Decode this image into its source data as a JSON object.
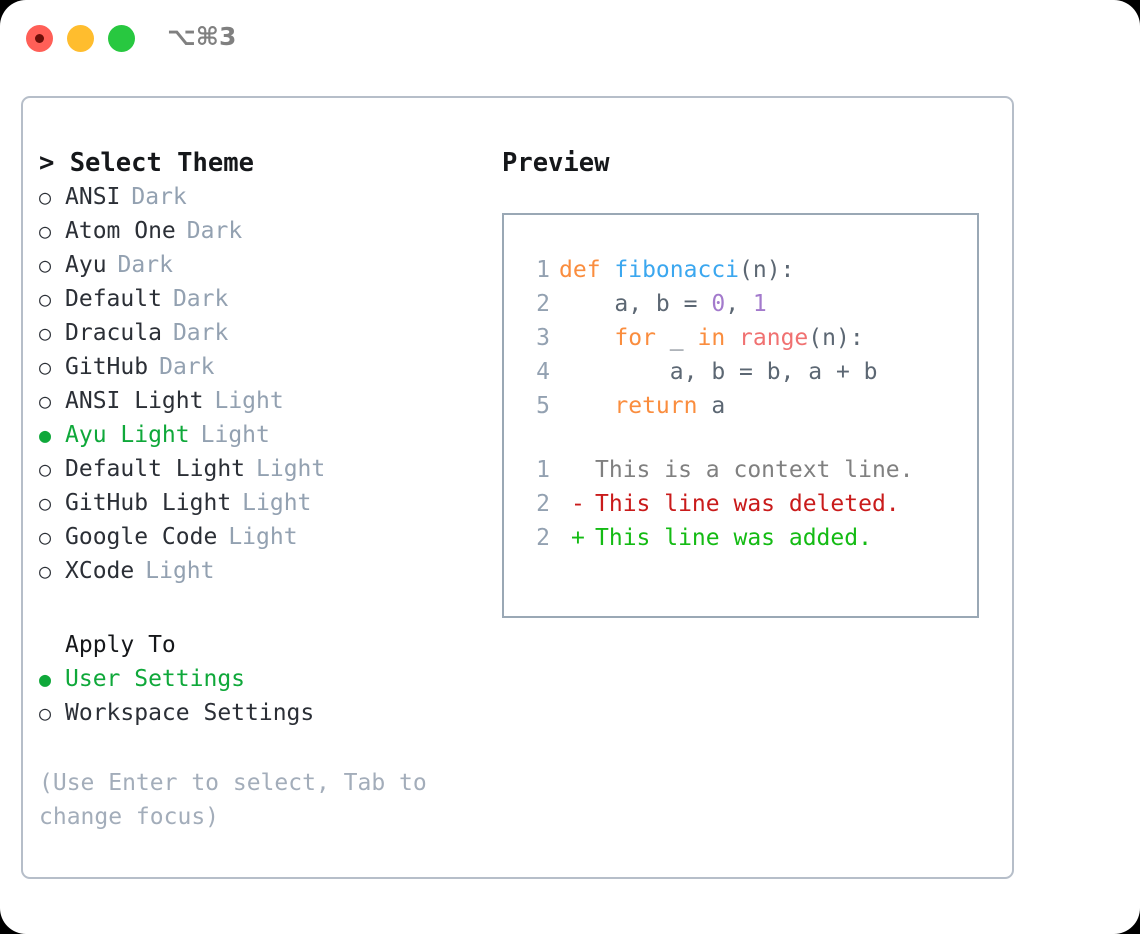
{
  "window": {
    "shortcut": "⌥⌘3",
    "traffic_lights": [
      "close-red",
      "minimize-yellow",
      "maximize-green"
    ]
  },
  "left_panel": {
    "heading": "> Select Theme",
    "marker_selected": "●",
    "marker_unselected": "○",
    "themes": [
      {
        "name": "ANSI",
        "tag": "Dark",
        "selected": false
      },
      {
        "name": "Atom One",
        "tag": "Dark",
        "selected": false
      },
      {
        "name": "Ayu",
        "tag": "Dark",
        "selected": false
      },
      {
        "name": "Default",
        "tag": "Dark",
        "selected": false
      },
      {
        "name": "Dracula",
        "tag": "Dark",
        "selected": false
      },
      {
        "name": "GitHub",
        "tag": "Dark",
        "selected": false
      },
      {
        "name": "ANSI Light",
        "tag": "Light",
        "selected": false
      },
      {
        "name": "Ayu Light",
        "tag": "Light",
        "selected": true
      },
      {
        "name": "Default Light",
        "tag": "Light",
        "selected": false
      },
      {
        "name": "GitHub Light",
        "tag": "Light",
        "selected": false
      },
      {
        "name": "Google Code",
        "tag": "Light",
        "selected": false
      },
      {
        "name": "XCode",
        "tag": "Light",
        "selected": false
      }
    ],
    "apply_to": {
      "title": "Apply To",
      "options": [
        {
          "label": "User Settings",
          "selected": true
        },
        {
          "label": "Workspace Settings",
          "selected": false
        }
      ]
    },
    "hint": "(Use Enter to select, Tab to change focus)"
  },
  "right_panel": {
    "heading": "Preview",
    "code_lines": [
      {
        "number": "1",
        "tokens": [
          {
            "text": "def ",
            "type": "kw"
          },
          {
            "text": "fibonacci",
            "type": "fn"
          },
          {
            "text": "(n):",
            "type": "punc"
          }
        ]
      },
      {
        "number": "2",
        "tokens": [
          {
            "text": "    a, b = ",
            "type": "plain"
          },
          {
            "text": "0",
            "type": "num"
          },
          {
            "text": ", ",
            "type": "plain"
          },
          {
            "text": "1",
            "type": "num"
          }
        ]
      },
      {
        "number": "3",
        "tokens": [
          {
            "text": "    ",
            "type": "plain"
          },
          {
            "text": "for",
            "type": "kw"
          },
          {
            "text": " _ ",
            "type": "plain"
          },
          {
            "text": "in",
            "type": "kw"
          },
          {
            "text": " ",
            "type": "plain"
          },
          {
            "text": "range",
            "type": "call"
          },
          {
            "text": "(n):",
            "type": "punc"
          }
        ]
      },
      {
        "number": "4",
        "tokens": [
          {
            "text": "        a, b = b, a + b",
            "type": "plain"
          }
        ]
      },
      {
        "number": "5",
        "tokens": [
          {
            "text": "    ",
            "type": "plain"
          },
          {
            "text": "return",
            "type": "kw"
          },
          {
            "text": " a",
            "type": "plain"
          }
        ]
      }
    ],
    "diff_lines": [
      {
        "number": "1",
        "mark": " ",
        "text": "This is a context line.",
        "kind": "context"
      },
      {
        "number": "2",
        "mark": "-",
        "text": "This line was deleted.",
        "kind": "del"
      },
      {
        "number": "2",
        "mark": "+",
        "text": "This line was added.",
        "kind": "add"
      }
    ]
  },
  "colors": {
    "accent_green": "#0fa83a",
    "tag_gray": "#93a1b1",
    "hint_gray": "#a3adba",
    "border": "#b6bec9",
    "preview_border": "#9aa8b5",
    "kw_orange": "#fa8d3e",
    "fn_blue": "#3ba7ef",
    "num_purple": "#a37acc",
    "call_red": "#f07171",
    "plain_slate": "#5c6773",
    "diff_del": "#c91b1b",
    "diff_add": "#14bb14",
    "diff_context": "#808080"
  }
}
